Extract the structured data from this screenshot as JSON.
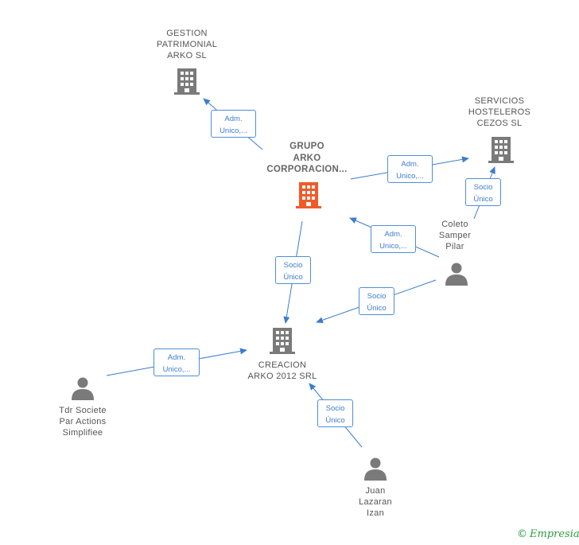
{
  "nodes": {
    "gestion": {
      "label": "GESTION\nPATRIMONIAL\nARKO SL",
      "type": "company",
      "color": "#7a7a7a"
    },
    "grupo": {
      "label": "GRUPO\nARKO\nCORPORACION...",
      "type": "company",
      "color": "#f05a28"
    },
    "servicios": {
      "label": "SERVICIOS\nHOSTELEROS\nCEZOS SL",
      "type": "company",
      "color": "#7a7a7a"
    },
    "creacion": {
      "label": "CREACION\nARKO 2012 SRL",
      "type": "company",
      "color": "#7a7a7a"
    },
    "coleto": {
      "label": "Coleto\nSamper\nPilar",
      "type": "person",
      "color": "#7a7a7a"
    },
    "tdr": {
      "label": "Tdr Societe\nPar Actions\nSimplifiee",
      "type": "person",
      "color": "#7a7a7a"
    },
    "juan": {
      "label": "Juan\nLazaran\nIzan",
      "type": "person",
      "color": "#7a7a7a"
    }
  },
  "edges": {
    "e1": {
      "line1": "Adm.",
      "line2": "Unico,..."
    },
    "e2": {
      "line1": "Adm.",
      "line2": "Unico,..."
    },
    "e3": {
      "line1": "Socio",
      "line2": "Único"
    },
    "e4": {
      "line1": "Adm.",
      "line2": "Unico,..."
    },
    "e5": {
      "line1": "Socio",
      "line2": "Único"
    },
    "e6": {
      "line1": "Socio",
      "line2": "Único"
    },
    "e7": {
      "line1": "Adm.",
      "line2": "Unico,..."
    },
    "e8": {
      "line1": "Socio",
      "line2": "Único"
    }
  },
  "footer": {
    "copyright": "©",
    "brand": "Empresia"
  },
  "colors": {
    "edge": "#3b7dd0",
    "company": "#7a7a7a",
    "main": "#f05a28",
    "person": "#7a7a7a"
  }
}
